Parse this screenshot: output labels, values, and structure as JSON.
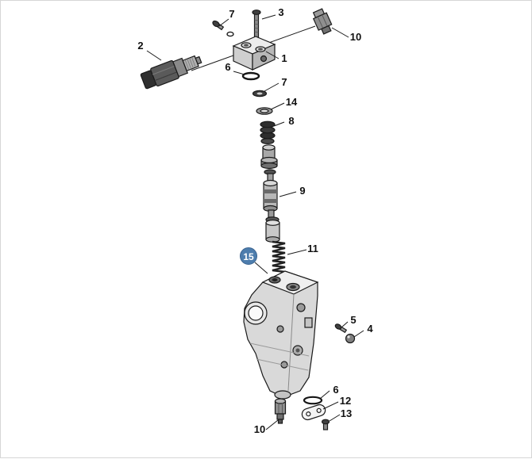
{
  "diagram": {
    "background": "#ffffff",
    "line_color": "#1a1a1a",
    "highlight_color": "#4d7dad",
    "highlighted_callout": "15"
  },
  "callouts": [
    {
      "id": "callout-7-top",
      "label": "7"
    },
    {
      "id": "callout-3",
      "label": "3"
    },
    {
      "id": "callout-10-top",
      "label": "10"
    },
    {
      "id": "callout-2",
      "label": "2"
    },
    {
      "id": "callout-1",
      "label": "1"
    },
    {
      "id": "callout-6-upper",
      "label": "6"
    },
    {
      "id": "callout-7-mid",
      "label": "7"
    },
    {
      "id": "callout-14",
      "label": "14"
    },
    {
      "id": "callout-8",
      "label": "8"
    },
    {
      "id": "callout-9",
      "label": "9"
    },
    {
      "id": "callout-11",
      "label": "11"
    },
    {
      "id": "callout-15",
      "label": "15",
      "highlighted": true
    },
    {
      "id": "callout-5",
      "label": "5"
    },
    {
      "id": "callout-4",
      "label": "4"
    },
    {
      "id": "callout-6-lower",
      "label": "6"
    },
    {
      "id": "callout-12",
      "label": "12"
    },
    {
      "id": "callout-13",
      "label": "13"
    },
    {
      "id": "callout-10-bottom",
      "label": "10"
    }
  ]
}
